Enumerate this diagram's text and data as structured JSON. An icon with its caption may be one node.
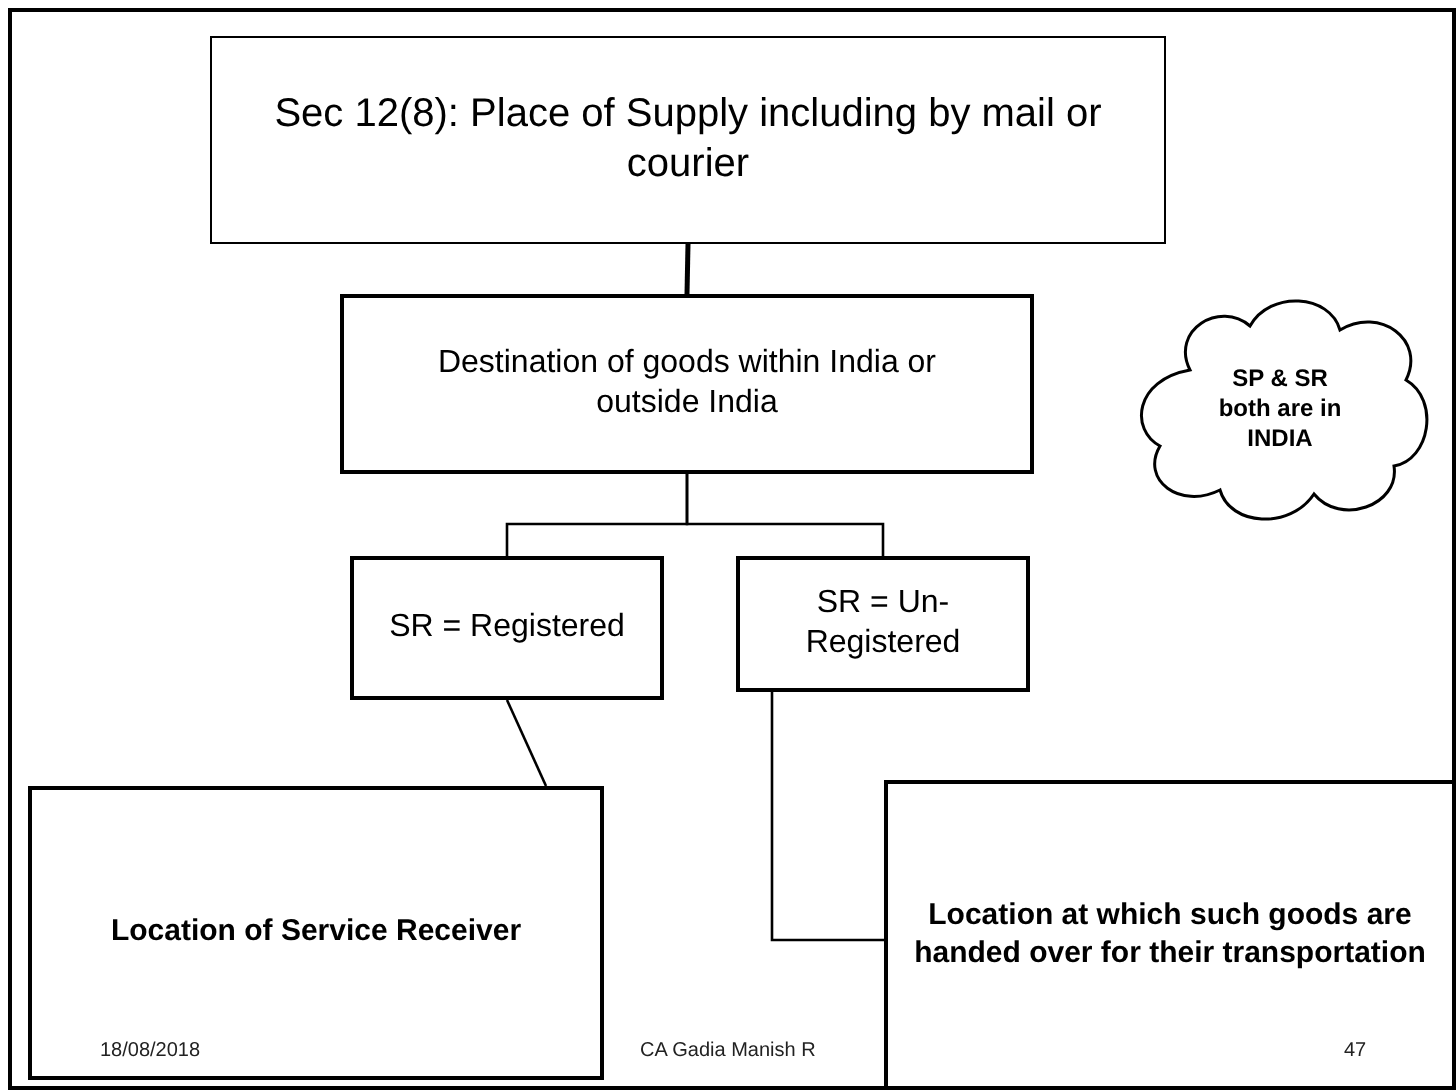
{
  "diagram": {
    "nodes": [
      {
        "text": [
          "Sec 12(8): Place of Supply including by mail or courier"
        ]
      },
      {
        "text": [
          "Destination of goods within India or outside India"
        ]
      },
      {
        "text": [
          "SR = Registered"
        ]
      },
      {
        "text": [
          "SR = Un-Registered"
        ]
      },
      {
        "text": [
          "Location of Service Receiver"
        ]
      },
      {
        "text": [
          "Location at which such goods are handed over for their transportation"
        ]
      },
      {
        "text": [
          "SP & SR both are in INDIA"
        ]
      }
    ],
    "edges": [
      {
        "from": 0,
        "to": 1,
        "arrow": "none"
      },
      {
        "from": 1,
        "to": 2,
        "arrow": "none"
      },
      {
        "from": 1,
        "to": 3,
        "arrow": "none"
      },
      {
        "from": 2,
        "to": 4,
        "arrow": "none"
      },
      {
        "from": 3,
        "to": 5,
        "arrow": "none"
      }
    ],
    "labels": [
      "18/08/2018",
      "CA Gadia Manish R",
      "47"
    ]
  }
}
